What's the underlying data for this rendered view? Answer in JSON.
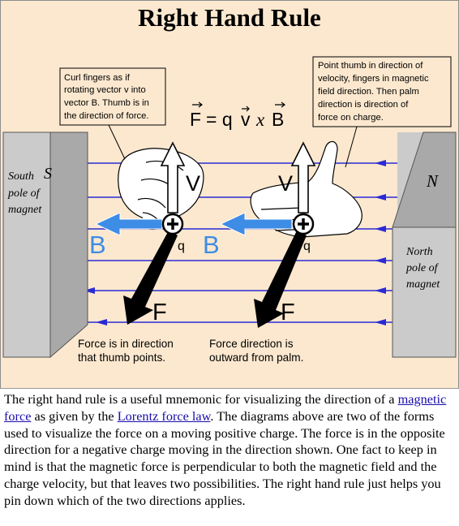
{
  "title": "Right Hand Rule",
  "diagram": {
    "left_magnet": {
      "letter": "S",
      "label_lines": [
        "South",
        "pole of",
        "magnet"
      ]
    },
    "right_magnet": {
      "letter": "N",
      "label_lines": [
        "North",
        "pole of",
        "magnet"
      ]
    },
    "formula": {
      "F": "F",
      "eq": "= q",
      "v": "v",
      "x": "x",
      "B": "B"
    },
    "left_callout": [
      "Curl fingers as if",
      "rotating vector v into",
      "vector B. Thumb is in",
      "the direction of force."
    ],
    "right_callout": [
      "Point thumb in direction of",
      "velocity, fingers in magnetic",
      "field direction. Then palm",
      "direction is direction of",
      "force on charge."
    ],
    "vector_labels": {
      "v": "V",
      "B": "B",
      "F": "F",
      "q": "q"
    },
    "left_caption": [
      "Force is in direction",
      "that thumb points."
    ],
    "right_caption": [
      "Force direction is",
      "outward from palm."
    ],
    "colors": {
      "field_lines": "#3333cc",
      "B_vector": "#3d8ce6",
      "magnet_gray": "#cbcbcb",
      "background": "#fce8cf"
    }
  },
  "description": {
    "part1": "The right hand rule is a useful mnemonic for visualizing the direction of a ",
    "link1": "magnetic force",
    "part2": " as given by the ",
    "link2": "Lorentz force law",
    "part3": ". The diagrams above are two of the forms used to visualize the force on a moving positive charge. The force is in the opposite direction for a negative charge moving in the direction shown. One fact to keep in mind is that the magnetic force is perpendicular to both the magnetic field and the charge velocity, but that leaves two possibilities. The right hand rule just helps you pin down which of the two directions applies."
  }
}
